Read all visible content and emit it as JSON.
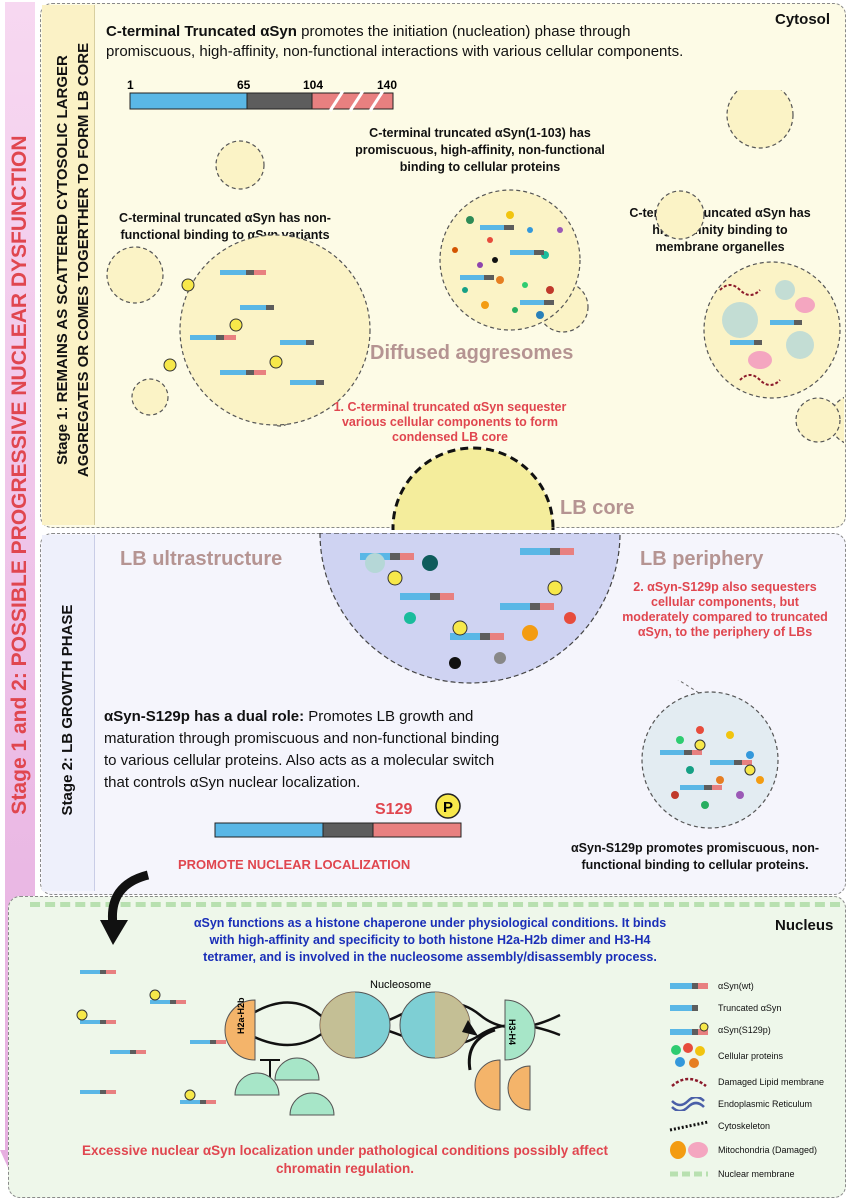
{
  "side_label": "Stage 1 and 2: POSSIBLE PROGRESSIVE NUCLEAR DYSFUNCTION",
  "stage1": {
    "label_line1": "Stage 1:  REMAINS AS SCATTERED CYTOSOLIC LARGER",
    "label_line2": "AGGREGATES OR COMES TOGERTHER TO FORM LB CORE",
    "compartment": "Cytosol",
    "intro_bold": "C-terminal Truncated αSyn",
    "intro_rest": " promotes the initiation (nucleation) phase through",
    "intro_line2": "promiscuous, high-affinity, non-functional interactions with various cellular components.",
    "domain_bar": {
      "pos1": "1",
      "pos2": "65",
      "pos3": "104",
      "pos4": "140"
    },
    "center_caption": [
      "C-terminal truncated αSyn(1-103) has",
      "promiscuous, high-affinity, non-functional",
      "binding to cellular proteins"
    ],
    "left_caption": [
      "C-terminal truncated αSyn has non-",
      "functional binding to αSyn variants"
    ],
    "right_caption": [
      "C-terminal truncated αSyn has",
      "high-affinity binding to",
      "membrane organelles"
    ],
    "diffused_label": "Diffused aggresomes",
    "sequester_caption": [
      "1. C-terminal truncated αSyn sequester",
      "various cellular components to form",
      "condensed LB core"
    ],
    "lb_core_label": "LB core"
  },
  "stage2": {
    "label": "Stage 2:  LB GROWTH PHASE",
    "ultrastructure_label": "LB ultrastructure",
    "periphery_label": "LB periphery",
    "periphery_caption": [
      "2. αSyn-S129p also sequesters",
      "cellular components, but",
      "moderately compared to truncated",
      "αSyn, to the periphery of LBs"
    ],
    "dual_role_bold": "αSyn-S129p has a dual role:",
    "dual_role_line1_rest": " Promotes LB growth and",
    "dual_role_line2": "maturation through promiscuous and non-functional binding",
    "dual_role_line3": "to various cellular proteins. Also acts as a molecular switch",
    "dual_role_line4": "that controls αSyn nuclear localization.",
    "s129_label": "S129",
    "p_label": "P",
    "promote_label": "PROMOTE NUCLEAR LOCALIZATION",
    "bottom_caption": [
      "αSyn-S129p promotes promiscuous, non-",
      "functional binding to cellular proteins."
    ]
  },
  "nucleus": {
    "compartment": "Nucleus",
    "intro": [
      "αSyn functions as a histone chaperone under physiological conditions. It binds",
      "with high-affinity and specificity to both histone H2a-H2b dimer and H3-H4",
      "tetramer, and is involved in the nucleosome assembly/disassembly process."
    ],
    "nucleosome_label": "Nucleosome",
    "h2a_h2b": "H2a-H2b",
    "h3_h4": "H3-H4",
    "bottom_caption": [
      "Excessive nuclear αSyn localization under pathological conditions possibly affect",
      "chromatin regulation."
    ]
  },
  "legend": [
    {
      "label": "αSyn(wt)",
      "icon": "wildtype-asyn-icon"
    },
    {
      "label": "Truncated αSyn",
      "icon": "truncated-asyn-icon"
    },
    {
      "label": "αSyn(S129p)",
      "icon": "phospho-asyn-icon"
    },
    {
      "label": "Cellular proteins",
      "icon": "protein-dots-icon"
    },
    {
      "label": "Damaged Lipid membrane",
      "icon": "lipid-membrane-icon"
    },
    {
      "label": "Endoplasmic Reticulum",
      "icon": "er-icon"
    },
    {
      "label": "Cytoskeleton",
      "icon": "cytoskeleton-icon"
    },
    {
      "label": "Mitochondria (Damaged)",
      "icon": "mitochondria-icon"
    },
    {
      "label": "Nuclear membrane",
      "icon": "nuclear-membrane-icon"
    }
  ],
  "colors": {
    "cytosol_bg": "#fdfbe6",
    "lb_bg": "#f3f4fb",
    "nucleus_bg": "#eef7ea",
    "nac_blue": "#5ab7e6",
    "gray_domain": "#5d5d5d",
    "c_term_red": "#e88080",
    "accent_red": "#e0464f",
    "chaperone_blue": "#1a2fb8",
    "title_mauve": "#b59492",
    "side_bar": "#f0b8e6"
  }
}
